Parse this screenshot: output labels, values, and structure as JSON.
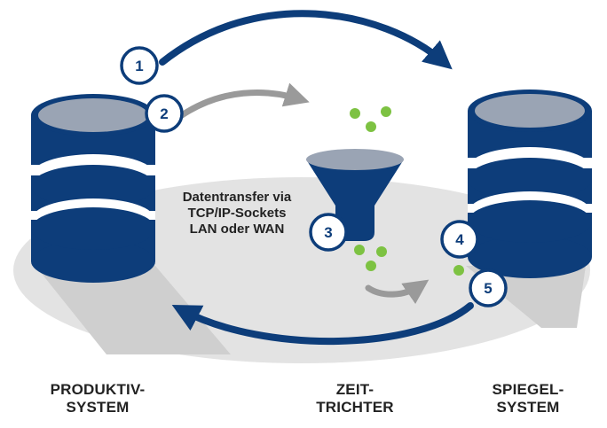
{
  "colors": {
    "primary": "#0d3d7a",
    "db_front": "#0d3d7a",
    "db_top": "#9aa4b4",
    "db_band": "#ffffff",
    "gray_arrow": "#9a9a9a",
    "platform": "#e3e3e3",
    "shadow": "#cfcfcf",
    "dots": "#7dc242",
    "text": "#222222"
  },
  "steps": [
    "1",
    "2",
    "3",
    "4",
    "5"
  ],
  "transfer_text": [
    "Datentransfer via",
    "TCP/IP-Sockets",
    "LAN oder WAN"
  ],
  "captions": {
    "production": [
      "PRODUKTIV-",
      "SYSTEM"
    ],
    "funnel": [
      "ZEIT-",
      "TRICHTER"
    ],
    "mirror": [
      "SPIEGEL-",
      "SYSTEM"
    ]
  },
  "icons": {
    "database_left": "database-icon",
    "database_right": "database-icon",
    "funnel": "funnel-icon"
  }
}
